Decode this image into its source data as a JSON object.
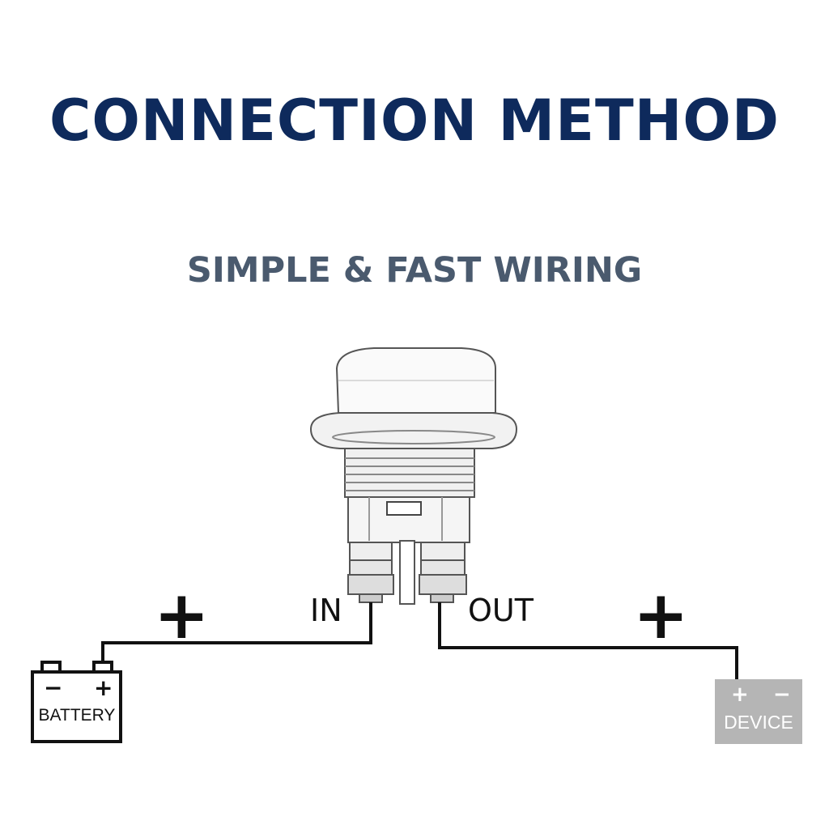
{
  "title": "CONNECTION METHOD",
  "subtitle": "SIMPLE & FAST WIRING",
  "labels": {
    "in": "IN",
    "out": "OUT",
    "in_polarity": "+",
    "out_polarity": "+"
  },
  "battery": {
    "label": "BATTERY",
    "minus": "−",
    "plus": "+"
  },
  "device": {
    "label": "DEVICE",
    "plus": "+",
    "minus": "−"
  },
  "colors": {
    "title": "#0e2a5c",
    "subtitle": "#4a5a6e",
    "wire": "#111111",
    "device_fill": "#b5b5b5"
  }
}
